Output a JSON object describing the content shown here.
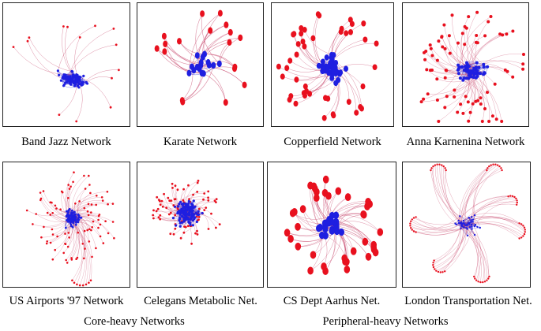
{
  "colors": {
    "core": "#1f1fe0",
    "peripheral": "#e8101e",
    "edge_core": "#2a2ad8",
    "edge_periph": "#c0305a",
    "frame": "#222222"
  },
  "networks": [
    {
      "id": "band-jazz",
      "caption": "Band Jazz Network"
    },
    {
      "id": "karate",
      "caption": "Karate Network"
    },
    {
      "id": "copperfield",
      "caption": "Copperfield Network"
    },
    {
      "id": "anna-karnenina",
      "caption": "Anna Karnenina Network"
    },
    {
      "id": "us-airports",
      "caption": "US Airports '97 Network"
    },
    {
      "id": "celegans",
      "caption": "Celegans Metabolic Net."
    },
    {
      "id": "cs-aarhus",
      "caption": "CS Dept Aarhus Net."
    },
    {
      "id": "london",
      "caption": "London Transportation Net."
    }
  ],
  "groups": {
    "core_heavy": "Core-heavy Networks",
    "peripheral_heavy": "Peripheral-heavy Networks"
  }
}
